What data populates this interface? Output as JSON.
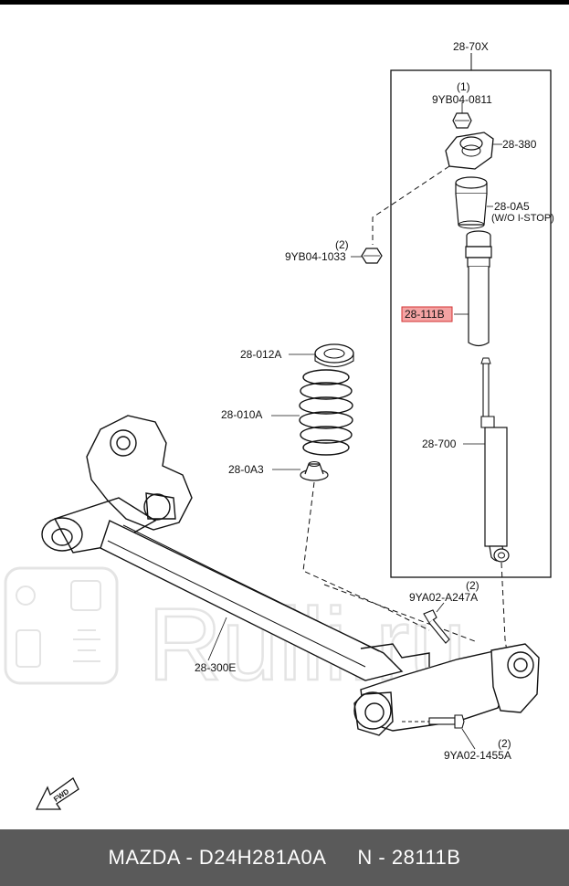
{
  "labels": {
    "assembly": "28-70X",
    "nut_top_qty": "(1)",
    "nut_top_part": "9YB04-0811",
    "mount": "28-380",
    "bump_cap": "28-0A5",
    "bump_cap_note": "(W/O I-STOP)",
    "nut_side_qty": "(2)",
    "nut_side_part": "9YB04-1033",
    "boot": "28-111B",
    "seat_upper": "28-012A",
    "spring": "28-010A",
    "seat_lower": "28-0A3",
    "shock": "28-700",
    "bolt_upper_qty": "(2)",
    "bolt_upper_part": "9YA02-A247A",
    "beam": "28-300E",
    "bolt_lower_qty": "(2)",
    "bolt_lower_part": "9YA02-1455A",
    "fwd": "FWD"
  },
  "watermark": "Rulli.ru",
  "footer": {
    "brand_part": "MAZDA - D24H281A0A",
    "number": "N - 28111B"
  },
  "colors": {
    "highlight_fill": "#f4a3a3",
    "highlight_stroke": "#d33333",
    "footer_bg": "#5a5a5a"
  }
}
